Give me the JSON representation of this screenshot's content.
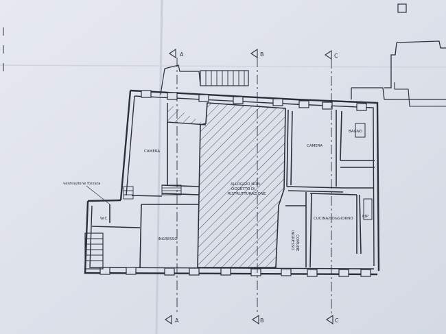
{
  "rooms": {
    "camera_left": "CAMERA",
    "camera_right": "CAMERA",
    "bagno": "BAGNO",
    "wc": "W.C.",
    "ingresso": "INGRESSO",
    "alloggio_line1": "ALLOGGIO NON",
    "alloggio_line2": "OGGETTO DI",
    "alloggio_line3": "RISTRUTTURAZIONE",
    "ingresso_comune_line1": "INGRESSO",
    "ingresso_comune_line2": "COMUNE",
    "cucina": "CUCINA/SOGGIORNO",
    "rip": "RIP"
  },
  "notes": {
    "ventilazione": "ventilazione forzata"
  },
  "section_markers": {
    "a_top": "A",
    "b_top": "B",
    "c_top": "C",
    "a_bottom": "A",
    "b_bottom": "B",
    "c_bottom": "C"
  },
  "colors": {
    "paper": "#dfe3ec",
    "ink": "#2b2f3a",
    "hatch": "#3a3e4a"
  }
}
